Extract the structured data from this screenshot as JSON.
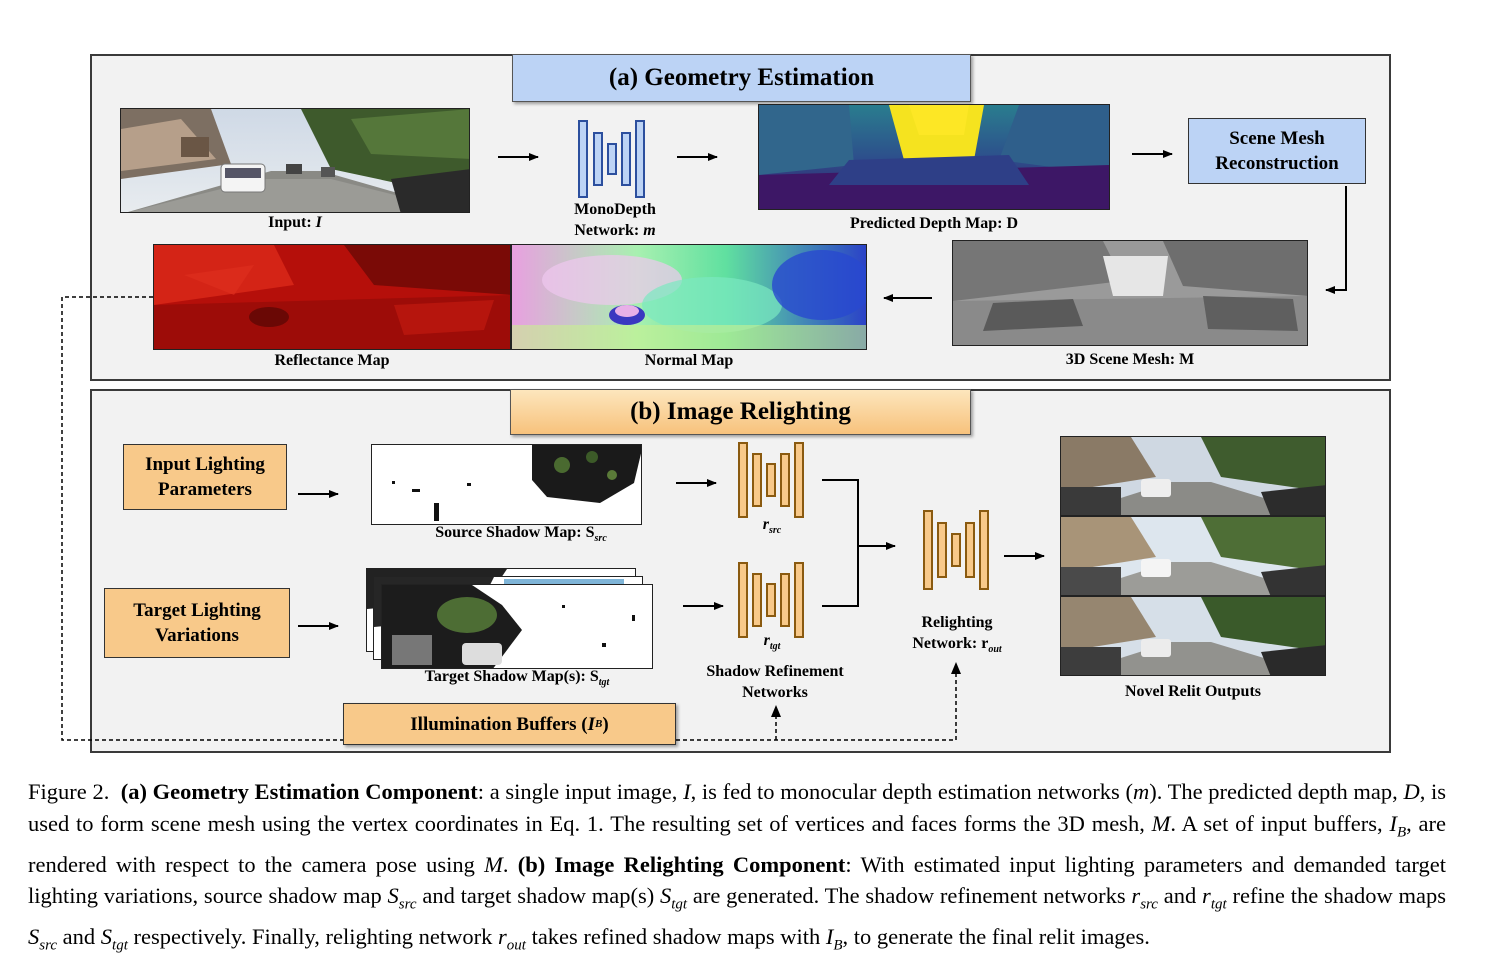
{
  "panel_a": {
    "title": "(a) Geometry Estimation",
    "input_label_text": "Input: ",
    "input_label_var": "I",
    "monodepth_line1": "MonoDepth",
    "monodepth_line2_text": "Network: ",
    "monodepth_line2_var": "m",
    "depth_label": "Predicted Depth Map: D",
    "scene_mesh_box_line1": "Scene Mesh",
    "scene_mesh_box_line2": "Reconstruction",
    "mesh_label": "3D Scene Mesh: M",
    "normal_label": "Normal Map",
    "reflectance_label": "Reflectance Map"
  },
  "panel_b": {
    "title": "(b) Image Relighting",
    "input_lighting_line1": "Input Lighting",
    "input_lighting_line2": "Parameters",
    "target_lighting_line1": "Target Lighting",
    "target_lighting_line2": "Variations",
    "source_shadow_label": "Source Shadow Map: S",
    "source_shadow_sub": "src",
    "target_shadow_label": "Target Shadow Map(s): S",
    "target_shadow_sub": "tgt",
    "r_src_main": "r",
    "r_src_sub": "src",
    "r_tgt_main": "r",
    "r_tgt_sub": "tgt",
    "shadow_refine_line1": "Shadow Refinement",
    "shadow_refine_line2": "Networks",
    "relight_line1": "Relighting",
    "relight_line2_text": "Network: r",
    "relight_line2_sub": "out",
    "outputs_label": "Novel Relit Outputs",
    "illum_text": "Illumination Buffers (",
    "illum_var": "I",
    "illum_sub": "B",
    "illum_close": ")"
  },
  "caption": {
    "prefix": "Figure 2.",
    "a_bold": "(a) Geometry Estimation Component",
    "a_text1": ": a single input image, ",
    "var_I": "I",
    "a_text2": ", is fed to monocular depth estimation networks (",
    "var_m": "m",
    "a_text3": "). The predicted depth map, ",
    "var_D": "D",
    "a_text4": ", is used to form scene mesh using the vertex coordinates in Eq. 1. The resulting set of vertices and faces forms the 3D mesh, ",
    "var_M": "M",
    "a_text5": ". A set of input buffers, ",
    "var_IB_main": "I",
    "var_IB_sub": "B",
    "a_text6": ", are rendered with respect to the camera pose using ",
    "var_M2": "M",
    "a_text7": ". ",
    "b_bold": "(b) Image Relighting Component",
    "b_text1": ": With estimated input lighting parameters and demanded target lighting variations, source shadow map ",
    "var_S": "S",
    "sub_src": "src",
    "b_text2": " and target shadow map(s) ",
    "sub_tgt": "tgt",
    "b_text3": " are generated. The shadow refinement networks ",
    "var_r": "r",
    "b_text4": " and ",
    "b_text5": " refine the shadow maps ",
    "b_text6": " and ",
    "b_text7": " respectively. Finally, relighting network ",
    "sub_out": "out",
    "b_text8": " takes refined shadow maps with ",
    "b_text9": ", to generate the final relit images."
  },
  "colors": {
    "panel_bg": "#f2f2f2",
    "blue_box": "#bcd3f5",
    "orange_box": "#f8c98a",
    "network_blue": "#bcd3f5",
    "network_orange": "#f8c98a"
  }
}
